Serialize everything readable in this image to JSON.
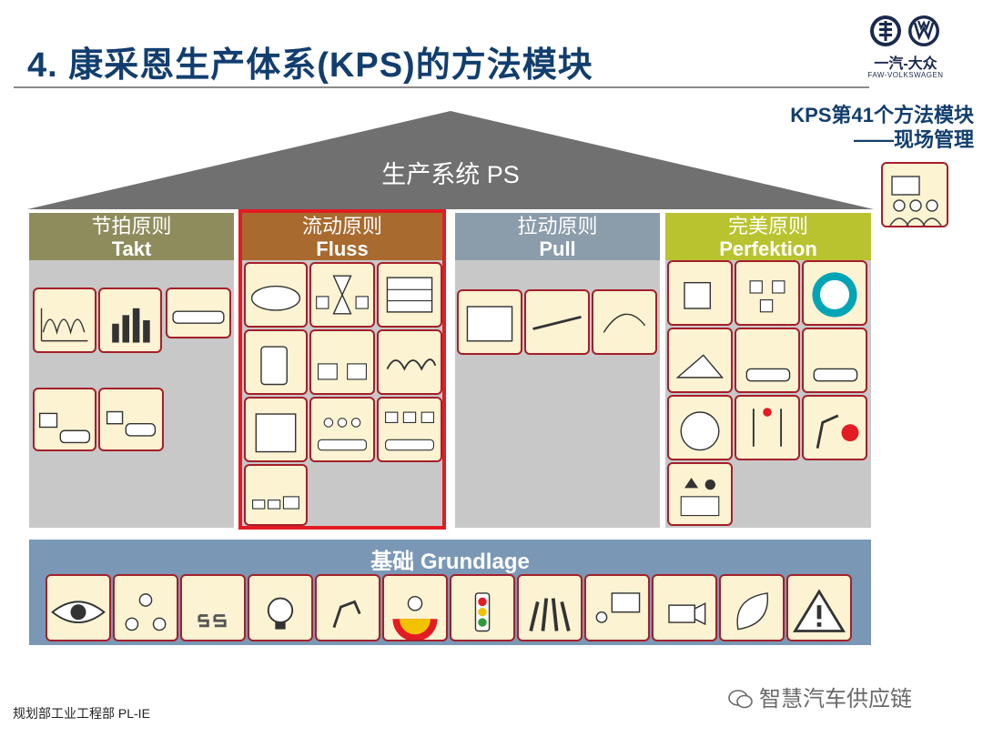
{
  "header": {
    "title": "4. 康采恩生产体系(KPS)的方法模块",
    "logo_text": "一汽-大众",
    "logo_sub": "FAW-VOLKSWAGEN"
  },
  "note": {
    "line1": "KPS第41个方法模块",
    "line2": "——现场管理"
  },
  "roof": {
    "label": "生产系统 PS"
  },
  "pillars": [
    {
      "zh": "节拍原则",
      "de": "Takt",
      "color": "#8e8c5c"
    },
    {
      "zh": "流动原则",
      "de": "Fluss",
      "color": "#a86a2e",
      "highlight_color": "#e31b23"
    },
    {
      "zh": "拉动原则",
      "de": "Pull",
      "color": "#8b9cab"
    },
    {
      "zh": "完美原则",
      "de": "Perfektion",
      "color": "#b9c32f"
    }
  ],
  "base": {
    "label": "基础 Grundlage",
    "color": "#7a98b6"
  },
  "footer": {
    "text": "规划部工业工程部  PL-IE"
  },
  "wechat": {
    "text": "智慧汽车供应链"
  },
  "colors": {
    "card_border": "#a51f2a",
    "card_bg": "#fbf3d2",
    "title": "#123e6e"
  },
  "icons": [
    "faw-logo-icon",
    "vw-logo-icon",
    "wechat-icon"
  ]
}
